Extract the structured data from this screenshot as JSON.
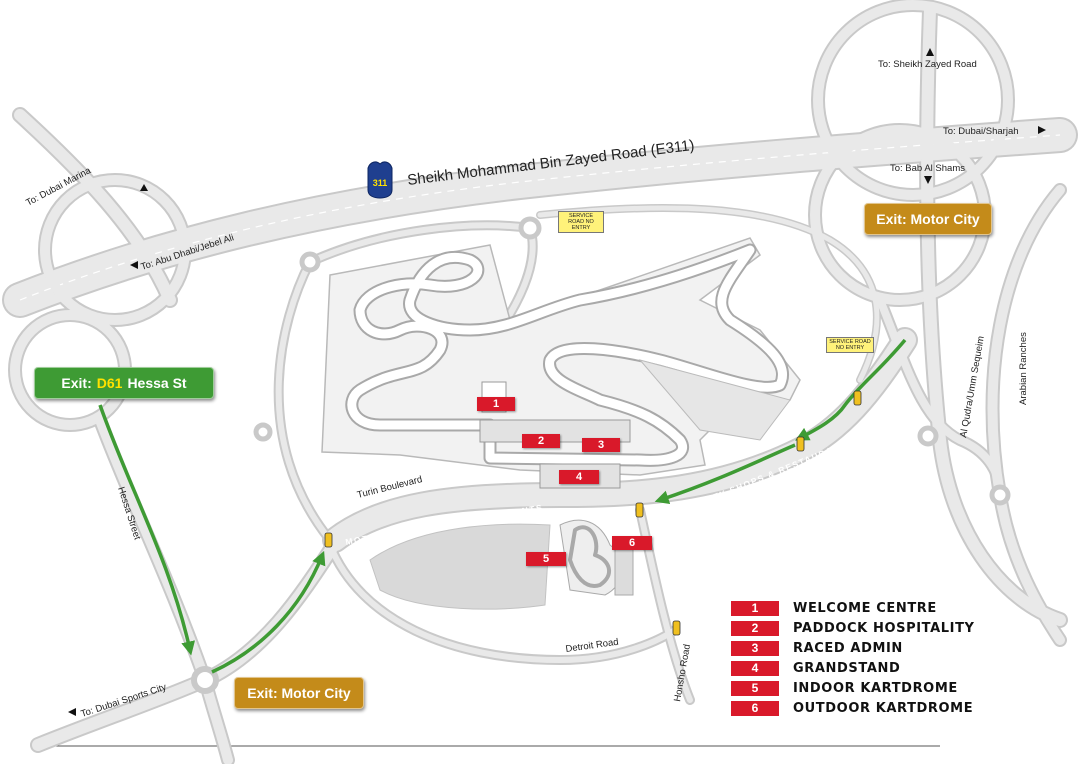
{
  "highway": {
    "name": "Sheikh Mohammad Bin Zayed Road (E311)",
    "shield_number": "311"
  },
  "destinations": {
    "sheikh_zayed": "To: Sheikh Zayed Road",
    "dubai_sharjah": "To: Dubai/Sharjah",
    "bab_al_shams": "To: Bab Al Shams",
    "dubai_marina": "To: Dubai Marina",
    "abu_dhabi": "To: Abu Dhabi/Jebel Ali",
    "dubai_sports_city": "To: Dubai Sports City"
  },
  "streets": {
    "al_qudra": "Al Qudra/Umm Sequeim",
    "arabian_ranches": "Arabian Ranches",
    "hessa_street": "Hessa Street",
    "turin_boulevard": "Turin Boulevard",
    "detroit_road": "Detroit Road",
    "honsho_road": "Honsho Road",
    "motorcity_shops_1": "MOTORCITY SHOPS & RESTAURANTS",
    "motorcity_shops_2": "MOTORCITY SHOPS & RESTAURANTS"
  },
  "notices": {
    "service_road_1": "SERVICE ROAD NO ENTRY",
    "service_road_2": "SERVICE ROAD NO ENTRY"
  },
  "exits": {
    "motor_city_top": "Exit: Motor City",
    "motor_city_bottom": "Exit: Motor City",
    "hessa_prefix": "Exit:",
    "hessa_code": "D61",
    "hessa_name": "Hessa St"
  },
  "markers": [
    "1",
    "2",
    "3",
    "4",
    "5",
    "6"
  ],
  "legend": [
    {
      "num": "1",
      "label": "WELCOME CENTRE"
    },
    {
      "num": "2",
      "label": "PADDOCK HOSPITALITY"
    },
    {
      "num": "3",
      "label": "RACED ADMIN"
    },
    {
      "num": "4",
      "label": "GRANDSTAND"
    },
    {
      "num": "5",
      "label": "INDOOR KARTDROME"
    },
    {
      "num": "6",
      "label": "OUTDOOR KARTDROME"
    }
  ],
  "colors": {
    "marker_red": "#d9192a",
    "exit_orange": "#c48b1a",
    "exit_green": "#3e9b34",
    "route_green": "#3e9b34",
    "road_grey": "#e9e9e9"
  }
}
